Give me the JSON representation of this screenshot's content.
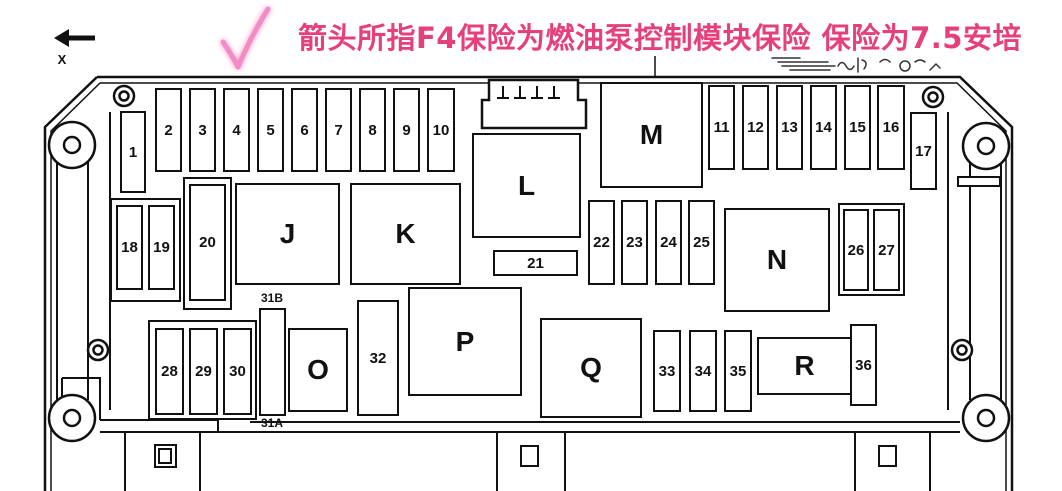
{
  "annotation": {
    "text": "箭头所指F4保险为燃油泵控制模块保险 保险为7.5安培",
    "color": "#e5407b"
  },
  "marker": {
    "icon": "checkmark-icon",
    "color": "#f28cc4"
  },
  "orientation": {
    "icon": "arrow-left-icon",
    "label": "X"
  },
  "fuse_labels": [
    "1",
    "2",
    "3",
    "4",
    "5",
    "6",
    "7",
    "8",
    "9",
    "10",
    "11",
    "12",
    "13",
    "14",
    "15",
    "16",
    "17",
    "18",
    "19",
    "20",
    "21",
    "22",
    "23",
    "24",
    "25",
    "26",
    "27",
    "28",
    "29",
    "30",
    "32",
    "33",
    "34",
    "35",
    "36"
  ],
  "split_fuse_labels": {
    "top": "31B",
    "bottom": "31A"
  },
  "relay_labels": [
    "J",
    "K",
    "L",
    "M",
    "N",
    "O",
    "P",
    "Q",
    "R"
  ]
}
